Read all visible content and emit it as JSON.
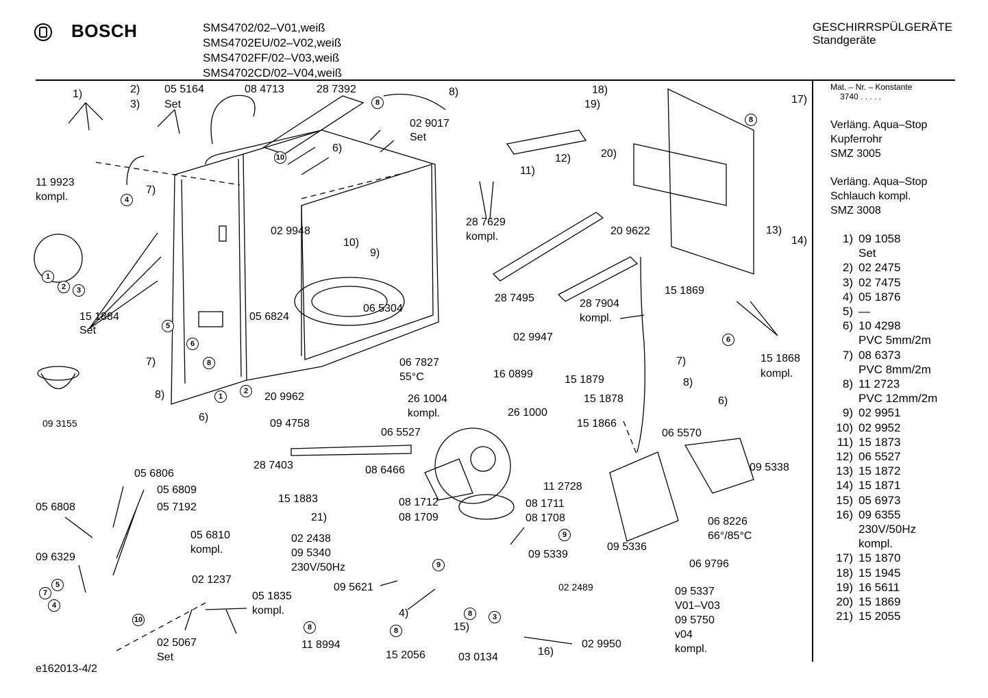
{
  "header": {
    "brand": "BOSCH",
    "models": [
      "SMS4702/02–V01,weiß",
      "SMS4702EU/02–V02,weiß",
      "SMS4702FF/02–V03,weiß",
      "SMS4702CD/02–V04,weiß"
    ],
    "category": "GESCHIRRSPÜLGERÄTE",
    "subcategory": "Standgeräte"
  },
  "sidebar": {
    "mat_nr": "Mat. – Nr. – Konstante",
    "mat_val": "3740  .  .  .  .  .",
    "accessory1": [
      "Verläng. Aqua–Stop",
      "Kupferrohr",
      "SMZ 3005"
    ],
    "accessory2": [
      "Verläng. Aqua–Stop",
      "Schlauch kompl.",
      "SMZ 3008"
    ],
    "parts": [
      {
        "no": "1)",
        "part": "09 1058",
        "note": "Set"
      },
      {
        "no": "2)",
        "part": "02 2475",
        "note": ""
      },
      {
        "no": "3)",
        "part": "02 7475",
        "note": ""
      },
      {
        "no": "4)",
        "part": "05 1876",
        "note": ""
      },
      {
        "no": "5)",
        "part": "—",
        "note": ""
      },
      {
        "no": "6)",
        "part": "10 4298",
        "note": "PVC 5mm/2m"
      },
      {
        "no": "7)",
        "part": "08 6373",
        "note": "PVC 8mm/2m"
      },
      {
        "no": "8)",
        "part": "11 2723",
        "note": "PVC 12mm/2m"
      },
      {
        "no": "9)",
        "part": "02 9951",
        "note": ""
      },
      {
        "no": "10)",
        "part": "02 9952",
        "note": ""
      },
      {
        "no": "11)",
        "part": "15 1873",
        "note": ""
      },
      {
        "no": "12)",
        "part": "06 5527",
        "note": ""
      },
      {
        "no": "13)",
        "part": "15 1872",
        "note": ""
      },
      {
        "no": "14)",
        "part": "15 1871",
        "note": ""
      },
      {
        "no": "15)",
        "part": "05 6973",
        "note": ""
      },
      {
        "no": "16)",
        "part": "09 6355",
        "note": "230V/50Hz",
        "note2": "kompl."
      },
      {
        "no": "17)",
        "part": "15 1870",
        "note": ""
      },
      {
        "no": "18)",
        "part": "15 1945",
        "note": ""
      },
      {
        "no": "19)",
        "part": "16 5611",
        "note": ""
      },
      {
        "no": "20)",
        "part": "15 1869",
        "note": ""
      },
      {
        "no": "21)",
        "part": "15 2055",
        "note": ""
      }
    ]
  },
  "labels": {
    "l1": "1)",
    "l2": "2)",
    "l3": "3)",
    "l055164": "05 5164",
    "lSet1": "Set",
    "l084713": "08 4713",
    "l287392": "28 7392",
    "l8a": "8)",
    "l029017": "02 9017",
    "lSet2": "Set",
    "l6a": "6)",
    "l119923": "11 9923",
    "lkompl1": "kompl.",
    "l7a": "7)",
    "l029948": "02 9948",
    "l10a": "10)",
    "l9a": "9)",
    "l151884": "15 1884",
    "lSet3": "Set",
    "l056824": "05 6824",
    "l065304": "06 5304",
    "l7b": "7)",
    "l8b": "8)",
    "l6b": "6)",
    "l209962": "20 9962",
    "l094758": "09 4758",
    "l093155": "09 3155",
    "l067827": "06 7827",
    "l55C": "55°C",
    "l18": "18)",
    "l19": "19)",
    "l20": "20)",
    "l12": "12)",
    "l11": "11)",
    "l287629": "28 7629",
    "lkompl2": "kompl.",
    "l287495": "28 7495",
    "l209622": "20 9622",
    "l029947": "02 9947",
    "l287904": "28 7904",
    "lkompl3": "kompl.",
    "l151869": "15 1869",
    "l17": "17)",
    "l13": "13)",
    "l14": "14)",
    "l151879": "15 1879",
    "l151878": "15 1878",
    "l7c": "7)",
    "l8c": "8)",
    "l6c": "6)",
    "l151868": "15 1868",
    "lkompl4": "kompl.",
    "l151866": "15 1866",
    "l065570": "06 5570",
    "l095338": "09 5338",
    "l068226": "06 8226",
    "l6685": "66°/85°C",
    "l095336": "09 5336",
    "l069796": "06 9796",
    "l095337": "09 5337",
    "lV01V03": "V01–V03",
    "l095750": "09 5750",
    "lv04": "v04",
    "lkompl5": "kompl.",
    "l160899": "16 0899",
    "l261004": "26 1004",
    "lkompl6": "kompl.",
    "l261000": "26 1000",
    "l065527": "06 5527",
    "l287403": "28 7403",
    "l086466": "08 6466",
    "l112728": "11 2728",
    "l151883": "15 1883",
    "l21": "21)",
    "l081712": "08 1712",
    "l081709": "08 1709",
    "l081711": "08 1711",
    "l081708": "08 1708",
    "l022438": "02 2438",
    "l095340": "09 5340",
    "l230V": "230V/50Hz",
    "l095339": "09 5339",
    "l095621": "09 5621",
    "l022489": "02 2489",
    "l4b": "4)",
    "l15b": "15)",
    "l16b": "16)",
    "l029950": "02 9950",
    "l030134": "03 0134",
    "l152056": "15 2056",
    "l118994": "11 8994",
    "l056806": "05 6806",
    "l056809": "05 6809",
    "l056808": "05 6808",
    "l057192": "05 7192",
    "l056810": "05 6810",
    "lkompl7": "kompl.",
    "l096329": "09 6329",
    "l021237": "02 1237",
    "l051835": "05 1835",
    "lkompl8": "kompl.",
    "l025067": "02 5067",
    "lSet4": "Set"
  },
  "circled": {
    "c8a": "8",
    "c10a": "10",
    "c4a": "4",
    "c1a": "1",
    "c2a": "2",
    "c3a": "3",
    "c5a": "5",
    "c6a": "6",
    "c8b": "8",
    "c1b": "1",
    "c2b": "2",
    "c8c": "8",
    "c6c": "6",
    "c9a": "9",
    "c9b": "9",
    "c8d": "8",
    "c3b": "3",
    "c8e": "8",
    "c8f": "8",
    "c7a": "7",
    "c5b": "5",
    "c4b": "4",
    "c10b": "10"
  },
  "footer": "e162013-4/2"
}
